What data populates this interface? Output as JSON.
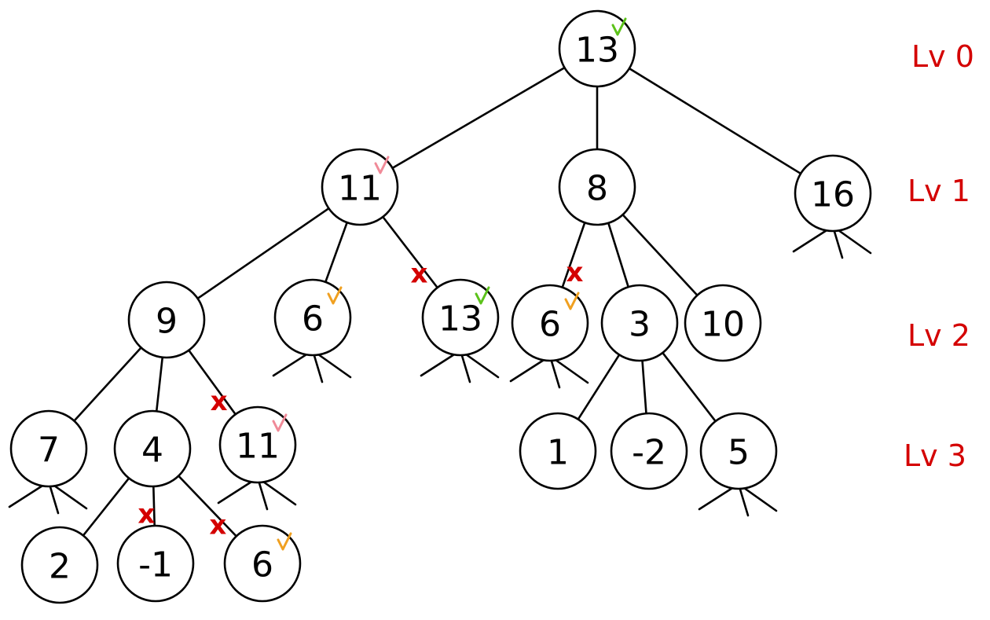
{
  "diagram": {
    "colors": {
      "stroke": "#000000",
      "level_label": "#d40000",
      "cross": "#d40000",
      "check_green": "#5cc21a",
      "check_pink": "#f08a98",
      "check_orange": "#f0a020",
      "blue_value": "#1a7fe0"
    },
    "levels": [
      {
        "id": "lv0",
        "label": "Lv 0"
      },
      {
        "id": "lv1",
        "label": "Lv 1"
      },
      {
        "id": "lv2",
        "label": "Lv 2"
      },
      {
        "id": "lv3",
        "label": "Lv 3"
      }
    ],
    "nodes": [
      {
        "id": "n13a",
        "value": "13",
        "check": "green"
      },
      {
        "id": "n11a",
        "value": "11",
        "check": "pink"
      },
      {
        "id": "n8",
        "value": "8"
      },
      {
        "id": "n16",
        "value": "16"
      },
      {
        "id": "n9",
        "value": "9"
      },
      {
        "id": "n6a",
        "value": "6",
        "check": "orange"
      },
      {
        "id": "n13b",
        "value": "13",
        "check": "green"
      },
      {
        "id": "n6b",
        "value": "6",
        "check": "orange"
      },
      {
        "id": "n3",
        "value": "3"
      },
      {
        "id": "n10",
        "value": "10"
      },
      {
        "id": "n7",
        "value": "7"
      },
      {
        "id": "n4",
        "value": "4"
      },
      {
        "id": "n11b",
        "value": "11",
        "check": "pink"
      },
      {
        "id": "n1",
        "value": "1",
        "color": "blue"
      },
      {
        "id": "nm2",
        "value": "-2"
      },
      {
        "id": "n5",
        "value": "5"
      },
      {
        "id": "n2",
        "value": "2"
      },
      {
        "id": "nm1",
        "value": "-1"
      },
      {
        "id": "n6c",
        "value": "6",
        "check": "orange"
      }
    ],
    "edges": [
      {
        "from": "n13a",
        "to": "n11a"
      },
      {
        "from": "n13a",
        "to": "n8"
      },
      {
        "from": "n13a",
        "to": "n16"
      },
      {
        "from": "n11a",
        "to": "n9"
      },
      {
        "from": "n11a",
        "to": "n6a"
      },
      {
        "from": "n11a",
        "to": "n13b",
        "crossed": true
      },
      {
        "from": "n8",
        "to": "n6b",
        "crossed": true
      },
      {
        "from": "n8",
        "to": "n3"
      },
      {
        "from": "n8",
        "to": "n10"
      },
      {
        "from": "n9",
        "to": "n7"
      },
      {
        "from": "n9",
        "to": "n4"
      },
      {
        "from": "n9",
        "to": "n11b",
        "crossed": true
      },
      {
        "from": "n3",
        "to": "n1"
      },
      {
        "from": "n3",
        "to": "nm2"
      },
      {
        "from": "n3",
        "to": "n5"
      },
      {
        "from": "n4",
        "to": "n2"
      },
      {
        "from": "n4",
        "to": "nm1",
        "crossed": true
      },
      {
        "from": "n4",
        "to": "n6c",
        "crossed": true
      }
    ],
    "cross_symbol": "x",
    "stubs": [
      "n16",
      "n6a",
      "n13b",
      "n6b",
      "n7",
      "n11b",
      "n5"
    ]
  }
}
